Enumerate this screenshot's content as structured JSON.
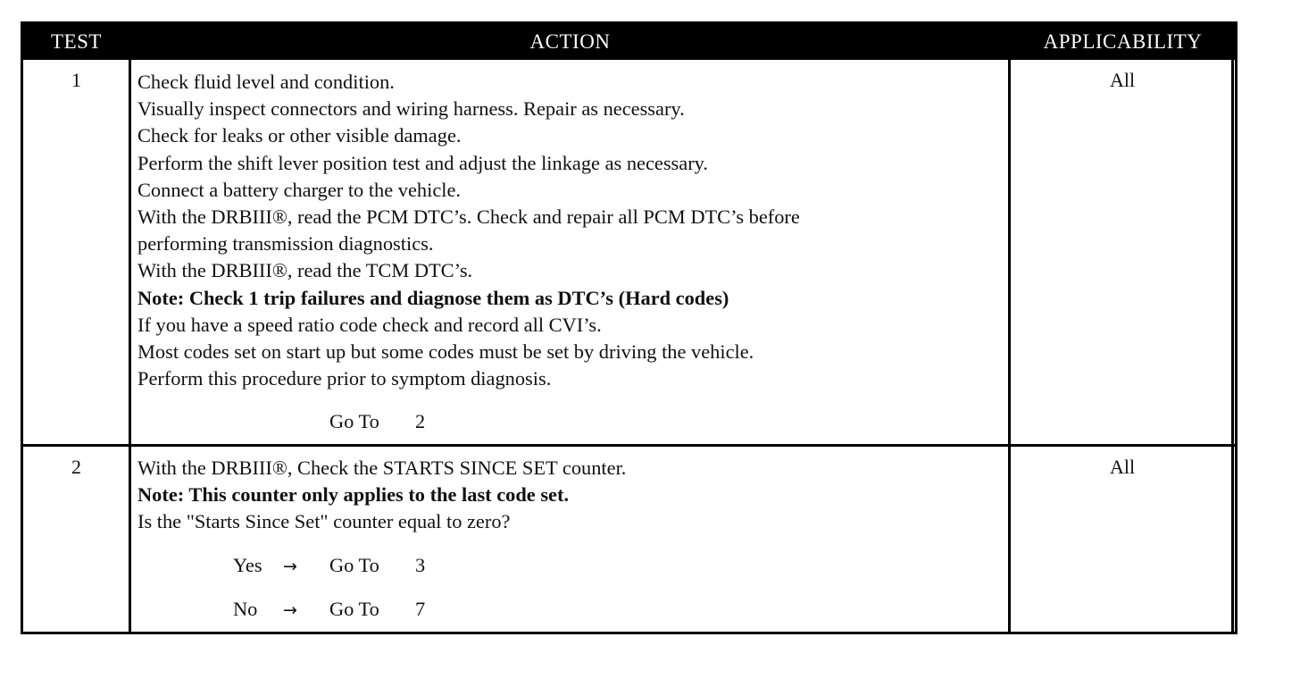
{
  "table": {
    "headers": {
      "test": "TEST",
      "action": "ACTION",
      "applicability": "APPLICABILITY"
    },
    "rows": [
      {
        "test": "1",
        "applicability": "All",
        "lines": [
          "Check fluid level and condition.",
          "Visually inspect connectors and wiring harness. Repair as necessary.",
          "Check for leaks or other visible damage.",
          "Perform the shift lever position test and adjust the linkage as necessary.",
          "Connect a battery charger to the vehicle.",
          "With the DRBIII®, read the PCM DTC’s. Check and repair all PCM DTC’s before",
          "performing transmission diagnostics.",
          "With the DRBIII®, read the TCM DTC’s.",
          "Note: Check 1 trip failures and diagnose them as DTC’s (Hard codes)",
          "If you have a speed ratio code check and record all CVI’s.",
          "Most codes set on start up but some codes must be set by driving the vehicle.",
          "Perform this procedure prior to symptom diagnosis."
        ],
        "goto": {
          "label": "Go To",
          "target": "2"
        }
      },
      {
        "test": "2",
        "applicability": "All",
        "lines": [
          "With the DRBIII®, Check the STARTS SINCE SET counter.",
          "Note: This counter only applies to the last code set.",
          "Is the \"Starts Since Set\" counter equal to zero?"
        ],
        "branches": [
          {
            "answer": "Yes",
            "arrow": "→",
            "label": "Go To",
            "target": "3"
          },
          {
            "answer": "No",
            "arrow": "→",
            "label": "Go To",
            "target": "7"
          }
        ]
      }
    ]
  }
}
